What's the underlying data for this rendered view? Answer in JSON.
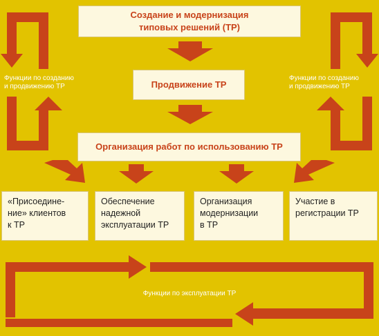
{
  "colors": {
    "background": "#e2c300",
    "arrow": "#c8431a",
    "box": "#fdf8df",
    "heading_text": "#c8431a"
  },
  "top_box": {
    "line1": "Создание и модернизация",
    "line2": "типовых решений (ТР)"
  },
  "promotion_box": {
    "label": "Продвижение ТР"
  },
  "usage_box": {
    "label": "Организация работ по использованию ТР"
  },
  "leaves": [
    {
      "lines": [
        "«Присоедине-",
        "ние» клиентов",
        "к ТР"
      ]
    },
    {
      "lines": [
        "Обеспечение",
        "надежной",
        "эксплуатации ТР"
      ]
    },
    {
      "lines": [
        "Организация",
        "модернизации",
        "в ТР"
      ]
    },
    {
      "lines": [
        "Участие в",
        "регистрации ТР"
      ]
    }
  ],
  "left_loop_label": {
    "line1": "Функции по созданию",
    "line2": "и продвижению ТР"
  },
  "right_loop_label": {
    "line1": "Функции по созданию",
    "line2": "и продвижению ТР"
  },
  "bottom_loop_label": "Функции по эксплуатации ТР"
}
